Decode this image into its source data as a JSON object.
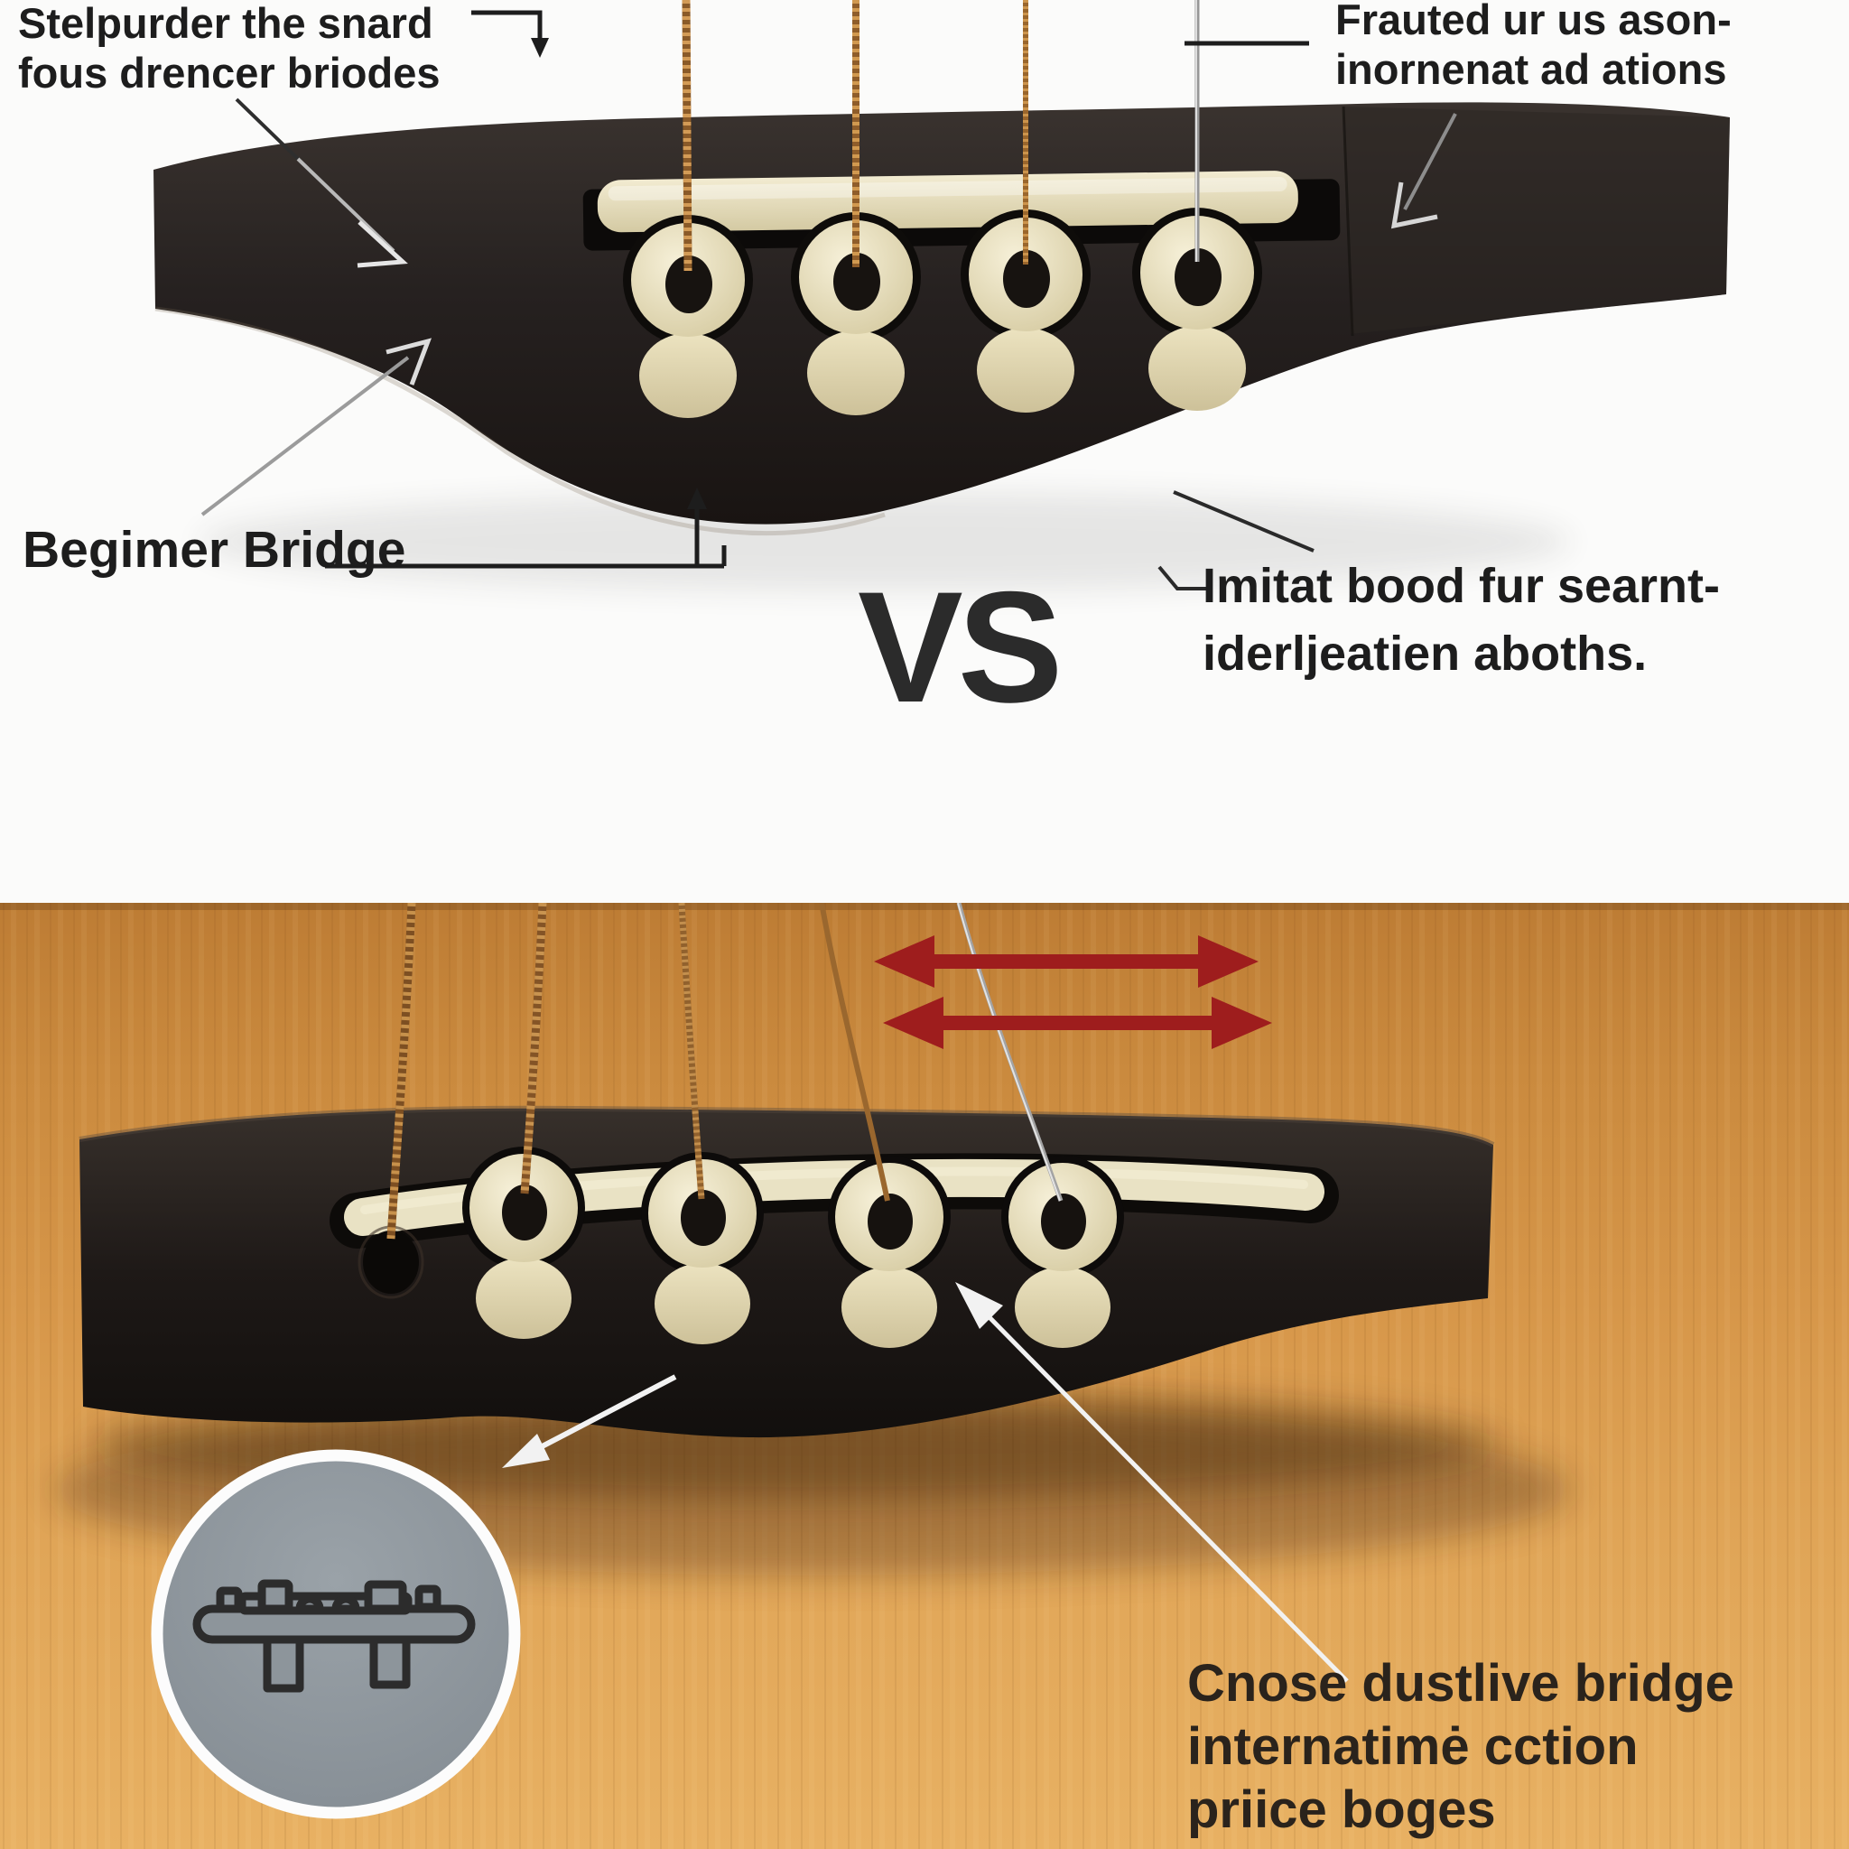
{
  "top_panel": {
    "label_top_left": {
      "line1": "Stelpurder the snard",
      "line2": "fous drencer briodes"
    },
    "label_top_right": {
      "line1": "Frauted ur us ason-",
      "line2": "inornenat ad ations"
    },
    "label_bridge": "Begimer Bridge",
    "vs": "VS",
    "label_right": {
      "line1": "Imitat bood fur searnt-",
      "line2": "iderljeatien aboths."
    },
    "photo": "acoustic-guitar-bridge-on-white, cream saddle, four cream bridge pins, four strings"
  },
  "bottom_panel": {
    "label_bottom_right": {
      "line1": "Cnose dustlive bridge",
      "line2": "internatimė cction",
      "line3": "priice boges"
    },
    "photo": "acoustic-guitar-bridge-on-wood-top, cream saddle, four cream bridge pins, empty pin hole, five strings",
    "inset_icon": "bridge-diagram-line-icon-in-gray-circle"
  },
  "annotations": {
    "red_arrow_1": "double-headed-horizontal-arrow",
    "red_arrow_2": "double-headed-horizontal-arrow",
    "white_arrow_to_inset": "arrow-pointing-to-inset-circle",
    "white_arrow_to_pin": "arrow-pointing-to-bridge-pin",
    "callout_arrows_top": "thin-open-arrowheads-pointing-at-bridge"
  },
  "colors": {
    "text_dark": "#1d1d1d",
    "arrow_red": "#9e1d1d",
    "annotation_white": "#f2f2f2",
    "wood": "#d69649",
    "bridge_dark": "#211c1a",
    "saddle_cream": "#e9e2c6",
    "inset_gray": "#8d959b"
  }
}
